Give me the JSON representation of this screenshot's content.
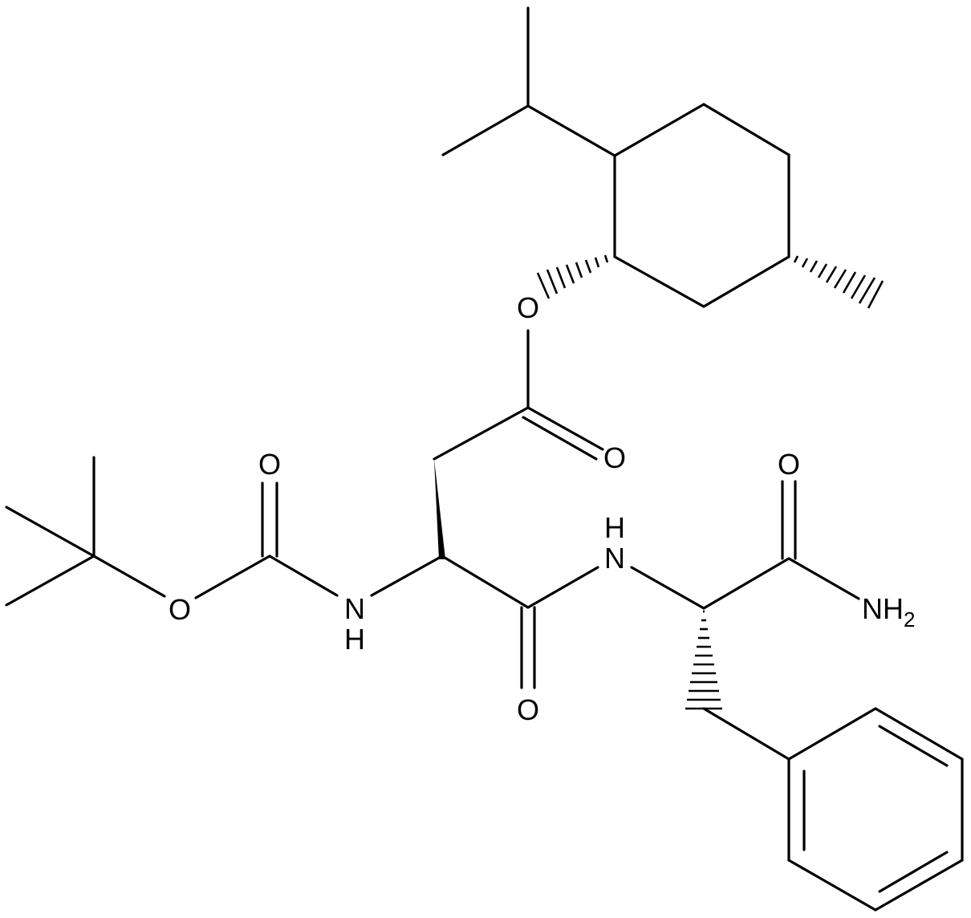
{
  "structure": {
    "atom_labels": {
      "ester_o": "O",
      "carbonyl_o_ester": "O",
      "carbonyl_o_boc": "O",
      "boc_ether_o": "O",
      "boc_nh_n": "N",
      "boc_nh_h": "H",
      "amide_nh_n": "N",
      "amide_nh_h": "H",
      "amide_o": "O",
      "primary_amide_o": "O",
      "nh2_n": "NH",
      "nh2_sub": "2"
    }
  },
  "colors": {
    "bond": "#000000",
    "background": "#ffffff"
  }
}
